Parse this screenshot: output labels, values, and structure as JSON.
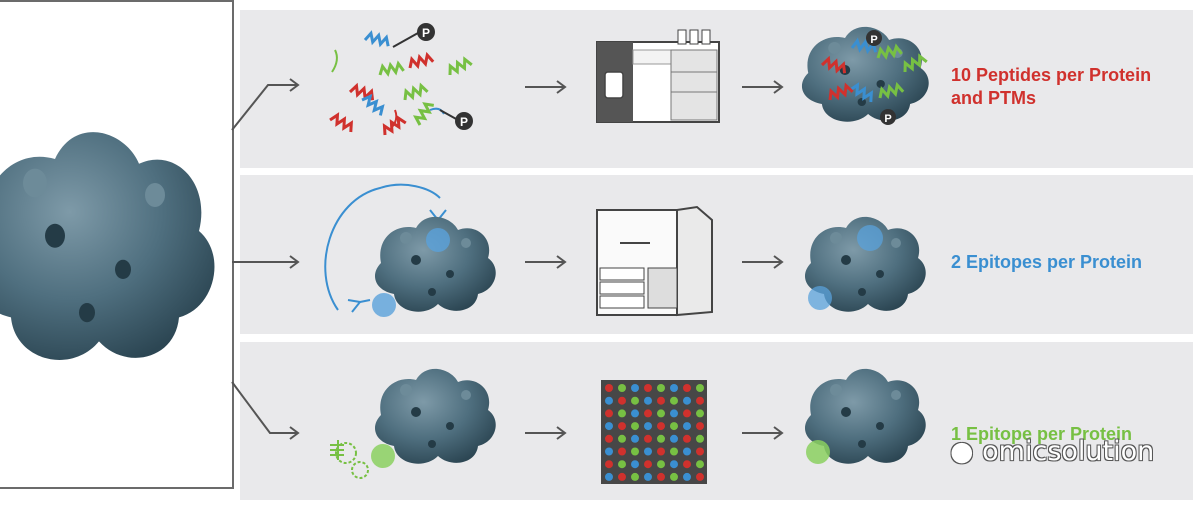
{
  "rows": [
    {
      "label_line1": "10 Peptides per Protein",
      "label_line2": "and PTMs",
      "color": "#d0312d"
    },
    {
      "label_line1": "2 Epitopes per Protein",
      "color": "#3a8fd1"
    },
    {
      "label_line1": "1 Epitope per Protein",
      "color": "#77c043"
    }
  ],
  "ptm_badge": "P",
  "watermark": "omicsolution",
  "colors": {
    "panel": "#e9e9eb",
    "protein": "#4f6f7f",
    "arrow": "#555555"
  }
}
